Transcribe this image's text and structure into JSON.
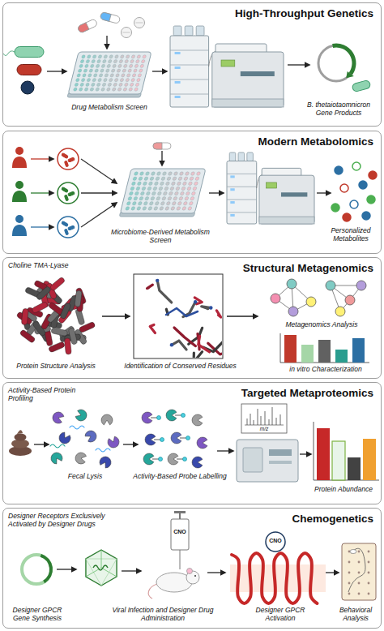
{
  "diagram": {
    "nodes": [
      {
        "text": [
          "High-Throughput Genetics"
        ]
      },
      {
        "text": [
          "Modern Metabolomics"
        ]
      },
      {
        "text": [
          "Structural Metagenomics"
        ]
      },
      {
        "text": [
          "Targeted Metaproteomics"
        ]
      },
      {
        "text": [
          "Chemogenetics"
        ]
      }
    ],
    "labels": [
      "Drug Metabolism Screen",
      "B. thetaiotaomnicron Gene Products",
      "Microbiome-Derived Metabolism Screen",
      "Personalized Metabolites",
      "Choline TMA-Lyase",
      "Protein Structure Analysis",
      "Identification of Conserved Residues",
      "Metagenomics Analysis",
      "in vitro Characterization",
      "Activity-Based Protein Profiling",
      "m/z",
      "Fecal Lysis",
      "Activity-Based Probe Labelling",
      "Protein Abundance",
      "Designer Receptors Exclusively Activated by Designer Drugs",
      "CNO",
      "CNO",
      "Designer GPCR Gene Synthesis",
      "Viral Infection and Designer Drug Administration",
      "Designer GPCR Activation",
      "Behavioral Analysis"
    ]
  }
}
